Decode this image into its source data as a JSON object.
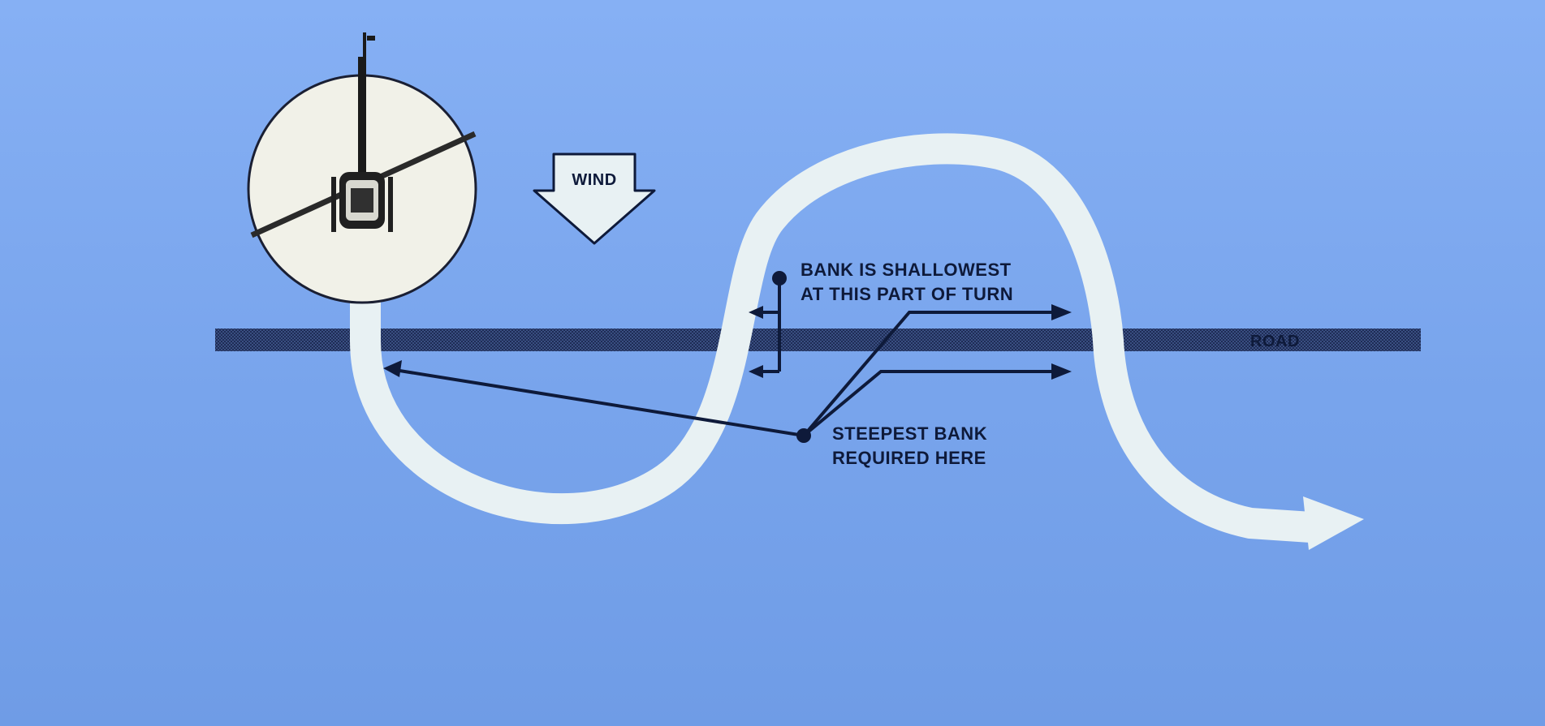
{
  "labels": {
    "wind": "WIND",
    "road": "ROAD",
    "shallow_line1": "BANK IS SHALLOWEST",
    "shallow_line2": "AT THIS PART OF TURN",
    "steep_line1": "STEEPEST BANK",
    "steep_line2": "REQUIRED HERE"
  },
  "colors": {
    "sky": "#7aa6ee",
    "path": "#e8f1f3",
    "ink": "#0e1a3a",
    "road": "#2b3d6a",
    "circle": "#f1f1e8"
  },
  "icons": {
    "helicopter": "helicopter-top-view-icon",
    "wind_arrow": "wind-arrow-down-icon"
  }
}
